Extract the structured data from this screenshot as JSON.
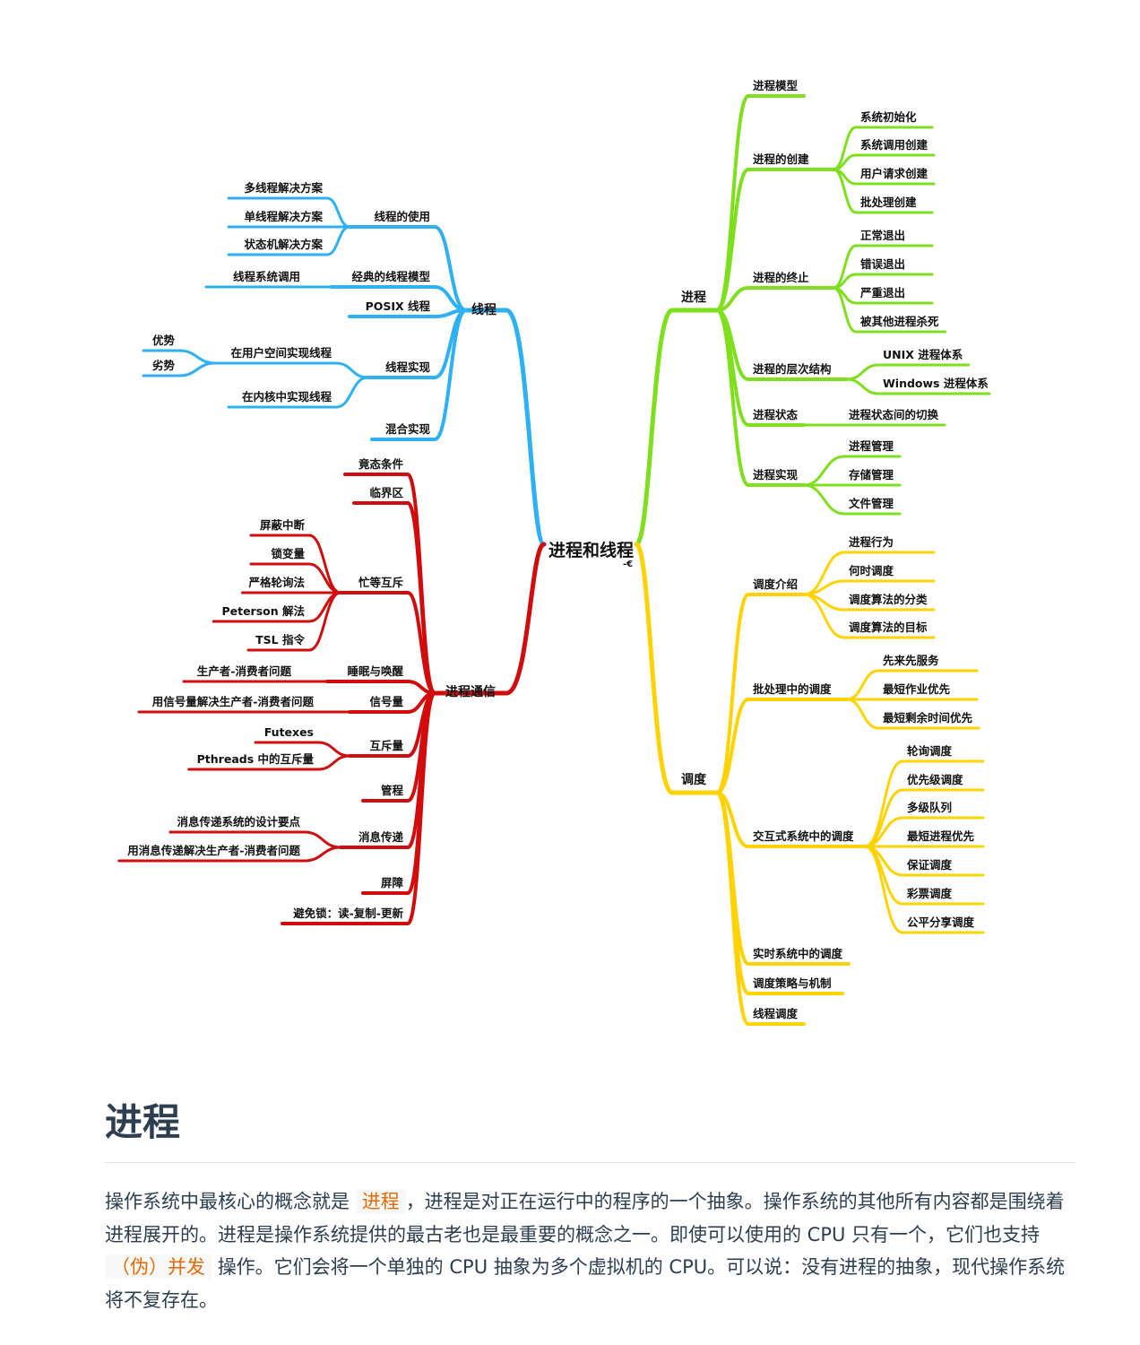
{
  "mindmap": {
    "root": "进程和线程",
    "colors": {
      "thread": "#2db1f3",
      "process": "#7ee01c",
      "ipc": "#d20c0c",
      "sched": "#ffd200"
    },
    "branches": {
      "process": {
        "label": "进程",
        "children": {
          "model": "进程模型",
          "creation": {
            "label": "进程的创建",
            "items": [
              "系统初始化",
              "系统调用创建",
              "用户请求创建",
              "批处理创建"
            ]
          },
          "termination": {
            "label": "进程的终止",
            "items": [
              "正常退出",
              "错误退出",
              "严重退出",
              "被其他进程杀死"
            ]
          },
          "hierarchy": {
            "label": "进程的层次结构",
            "items": [
              "UNIX 进程体系",
              "Windows 进程体系"
            ]
          },
          "state": {
            "label": "进程状态",
            "items": [
              "进程状态间的切换"
            ]
          },
          "impl": {
            "label": "进程实现",
            "items": [
              "进程管理",
              "存储管理",
              "文件管理"
            ]
          }
        }
      },
      "scheduling": {
        "label": "调度",
        "children": {
          "intro": {
            "label": "调度介绍",
            "items": [
              "进程行为",
              "何时调度",
              "调度算法的分类",
              "调度算法的目标"
            ]
          },
          "batch": {
            "label": "批处理中的调度",
            "items": [
              "先来先服务",
              "最短作业优先",
              "最短剩余时间优先"
            ]
          },
          "interactive": {
            "label": "交互式系统中的调度",
            "items": [
              "轮询调度",
              "优先级调度",
              "多级队列",
              "最短进程优先",
              "保证调度",
              "彩票调度",
              "公平分享调度"
            ]
          },
          "realtime": "实时系统中的调度",
          "policy": "调度策略与机制",
          "thread_sched": "线程调度"
        }
      },
      "thread": {
        "label": "线程",
        "children": {
          "usage": {
            "label": "线程的使用",
            "items": [
              "多线程解决方案",
              "单线程解决方案",
              "状态机解决方案"
            ]
          },
          "classic": {
            "label": "经典的线程模型",
            "items": [
              "线程系统调用"
            ]
          },
          "posix": "POSIX 线程",
          "impl": {
            "label": "线程实现",
            "user_space": {
              "label": "在用户空间实现线程",
              "items": [
                "优势",
                "劣势"
              ]
            },
            "kernel": "在内核中实现线程"
          },
          "hybrid": "混合实现"
        }
      },
      "ipc": {
        "label": "进程通信",
        "children": {
          "race": "竟态条件",
          "critical": "临界区",
          "busy_wait": {
            "label": "忙等互斥",
            "items": [
              "屏蔽中断",
              "锁变量",
              "严格轮询法",
              "Peterson 解法",
              "TSL 指令"
            ]
          },
          "sleep_wake": {
            "label": "睡眠与唤醒",
            "items": [
              "生产者-消费者问题"
            ]
          },
          "semaphore": {
            "label": "信号量",
            "items": [
              "用信号量解决生产者-消费者问题"
            ]
          },
          "mutex": {
            "label": "互斥量",
            "items": [
              "Futexes",
              "Pthreads 中的互斥量"
            ]
          },
          "monitor": "管程",
          "message": {
            "label": "消息传递",
            "items": [
              "消息传递系统的设计要点",
              "用消息传递解决生产者-消费者问题"
            ]
          },
          "barrier": "屏障",
          "rcu": "避免锁：读-复制-更新"
        }
      }
    }
  },
  "article": {
    "heading": "进程",
    "p1": "操作系统中最核心的概念就是",
    "code1": "进程",
    "p2": "，进程是对正在运行中的程序的一个抽象。操作系统的其他所有内容都是围绕着进程展开的。进程是操作系统提供的最古老也是最重要的概念之一。即使可以使用的 CPU 只有一个，它们也支持",
    "code2": "（伪）并发",
    "p3": "操作。它们会将一个单独的 CPU 抽象为多个虚拟机的 CPU。可以说：没有进程的抽象，现代操作系统将不复存在。"
  }
}
